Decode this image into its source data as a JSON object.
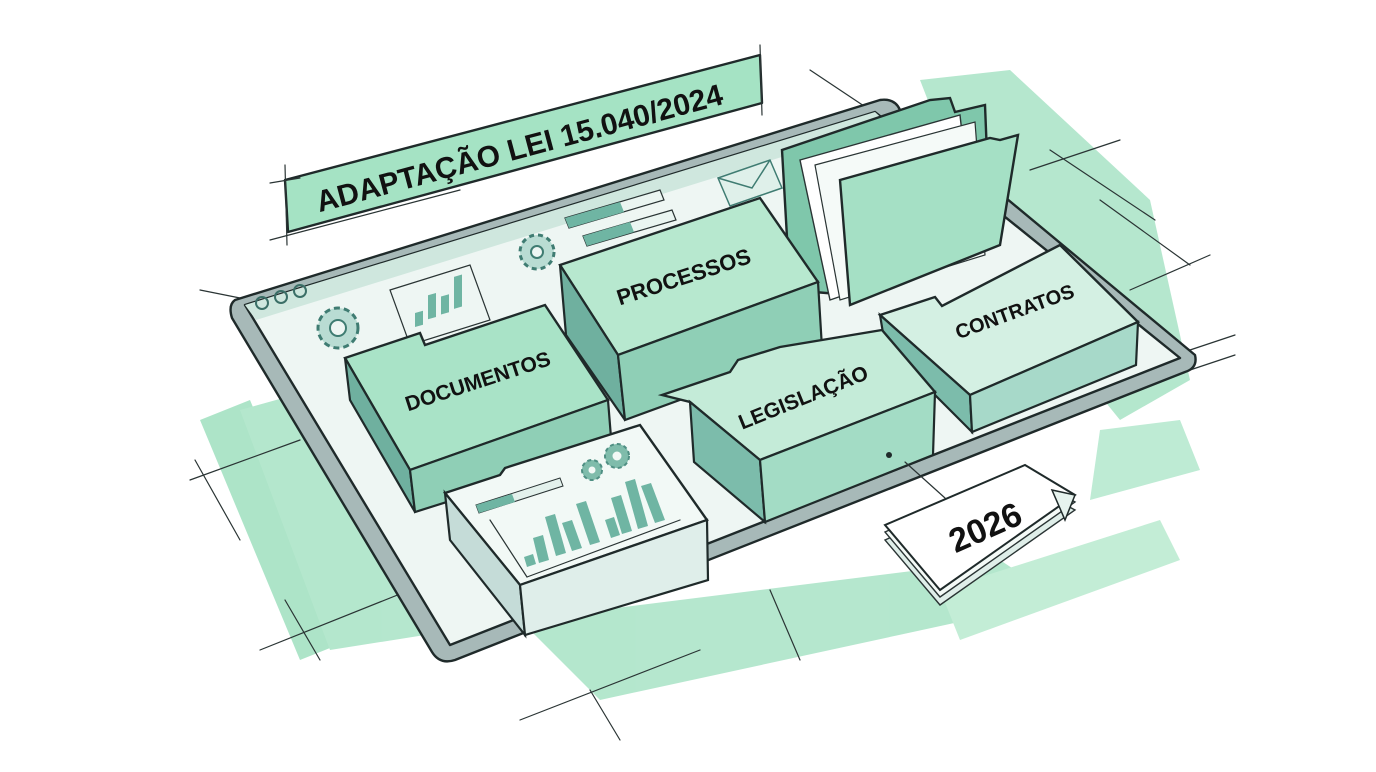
{
  "illustration": {
    "banner": {
      "title": "ADAPTAÇÃO LEI 15.040/2024"
    },
    "window": {
      "dots": 3,
      "icons": [
        "gear-icon",
        "bar-chart-icon",
        "progress-bars",
        "mail-icon"
      ]
    },
    "boxes": [
      {
        "id": "documentos",
        "label": "DOCUMENTOS"
      },
      {
        "id": "processos",
        "label": "PROCESSOS"
      },
      {
        "id": "legislacao",
        "label": "LEGISLAÇÃO"
      },
      {
        "id": "contratos",
        "label": "CONTRATOS"
      }
    ],
    "analytics_box": {
      "icons": [
        "gears-icon",
        "bar-chart-icon"
      ],
      "bars": [
        20,
        38,
        55,
        42,
        62,
        30,
        58,
        72,
        60
      ]
    },
    "calendar_tag": {
      "label": "2026"
    },
    "colors": {
      "mint": "#9fe0bf",
      "mint_light": "#c9efdb",
      "teal": "#6fb5a3",
      "teal_dark": "#4f8f83",
      "frame": "#9fb3b2",
      "ink": "#1f2a2a",
      "paper": "#f4faf7"
    }
  }
}
